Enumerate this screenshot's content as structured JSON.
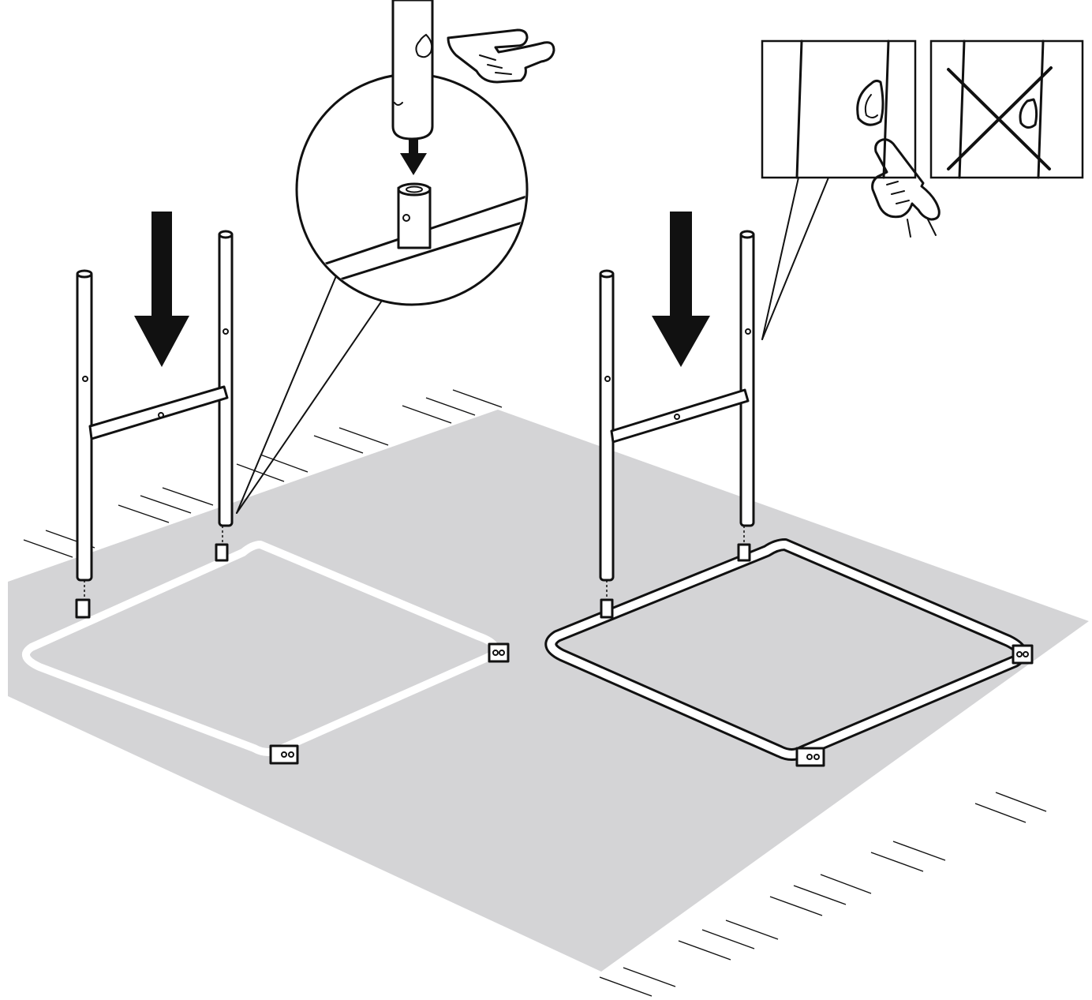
{
  "colors": {
    "background": "#ffffff",
    "floor": "#d4d4d6",
    "line": "#111111",
    "arrow": "#111111"
  },
  "icons": {
    "pointing_hand": "pointing-hand-icon",
    "prohibited": "cross-out-icon",
    "direction": "down-arrow-icon"
  },
  "diagram": {
    "step_count": 2,
    "detail_callout": "tube-onto-peg-magnifier",
    "correct_panel": "button-hole-correct",
    "wrong_panel": "button-hole-incorrect"
  }
}
